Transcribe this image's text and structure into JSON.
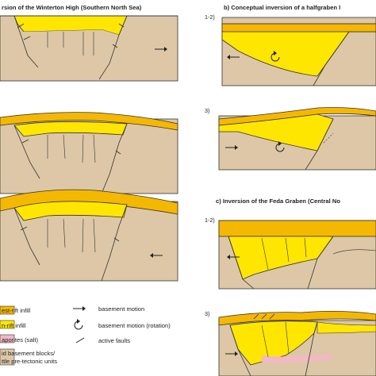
{
  "titles": {
    "a": "rsion of the Winterton High (Southern North Sea)",
    "b": "b) Conceptual inversion of a halfgraben l",
    "c": "c) Inversion of the Feda Graben (Central No"
  },
  "stage_labels": {
    "b1": "1-2)",
    "b3": "3)",
    "c1": "1-2)",
    "c3": "3)"
  },
  "legend": {
    "post_rift": "est-rift infill",
    "syn_rift": "n-rift infill",
    "evaporites": "aporites (salt)",
    "basement_1": "id basement blocks/",
    "basement_2": "ttle pre-tectonic units",
    "basement_motion": "basement motion",
    "basement_rotation": "basement motion (rotation)",
    "active_faults": "active faults"
  },
  "colors": {
    "basement": "#ddc7a6",
    "syn_rift": "#ffe600",
    "post_rift": "#f5b800",
    "evaporites": "#f2b8c6",
    "outline": "#333333"
  },
  "icons": {
    "arrow": "right-arrow-icon",
    "rotation": "rotation-arrow-icon",
    "fault": "fault-line-icon"
  }
}
